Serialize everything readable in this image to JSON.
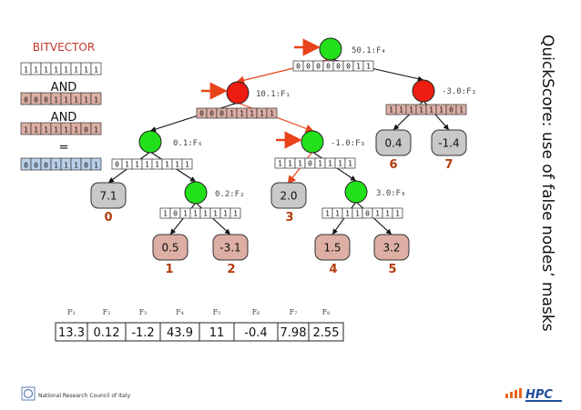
{
  "title": "QuickScore: use of false nodes’ masks",
  "bitvector_panel": {
    "heading": "BITVECTOR",
    "ops": [
      "AND",
      "AND",
      "="
    ],
    "vectors": [
      {
        "bits": [
          "1",
          "1",
          "1",
          "1",
          "1",
          "1",
          "1",
          "1"
        ],
        "tone": "white"
      },
      {
        "bits": [
          "0",
          "0",
          "0",
          "1",
          "1",
          "1",
          "1",
          "1"
        ],
        "tone": "rose"
      },
      {
        "bits": [
          "1",
          "1",
          "1",
          "1",
          "1",
          "1",
          "0",
          "1"
        ],
        "tone": "rose"
      },
      {
        "bits": [
          "0",
          "0",
          "0",
          "1",
          "1",
          "1",
          "0",
          "1"
        ],
        "tone": "blue"
      }
    ]
  },
  "nodes": [
    {
      "id": "root",
      "label": "50.1:F₄",
      "status": "true",
      "mask": [
        "0",
        "0",
        "0",
        "0",
        "0",
        "0",
        "1",
        "1"
      ],
      "mask_tone": "white",
      "arrow": true
    },
    {
      "id": "n1",
      "label": "10.1:F₁",
      "status": "false",
      "mask": [
        "0",
        "0",
        "0",
        "1",
        "1",
        "1",
        "1",
        "1"
      ],
      "mask_tone": "rose",
      "arrow": true
    },
    {
      "id": "n2",
      "label": "-3.0:F₃",
      "status": "false",
      "mask": [
        "1",
        "1",
        "1",
        "1",
        "1",
        "1",
        "0",
        "1"
      ],
      "mask_tone": "rose",
      "arrow": false
    },
    {
      "id": "n3",
      "label": "0.1:F₆",
      "status": "true",
      "mask": [
        "0",
        "1",
        "1",
        "1",
        "1",
        "1",
        "1",
        "1"
      ],
      "mask_tone": "white",
      "arrow": false
    },
    {
      "id": "n4",
      "label": "-1.0:F₃",
      "status": "true",
      "mask": [
        "1",
        "1",
        "1",
        "0",
        "1",
        "1",
        "1",
        "1"
      ],
      "mask_tone": "white",
      "arrow": true
    },
    {
      "id": "n5",
      "label": "0.2:F₂",
      "status": "true",
      "mask": [
        "1",
        "0",
        "1",
        "1",
        "1",
        "1",
        "1",
        "1"
      ],
      "mask_tone": "white",
      "arrow": false
    },
    {
      "id": "n6",
      "label": "3.0:F₈",
      "status": "true",
      "mask": [
        "1",
        "1",
        "1",
        "1",
        "0",
        "1",
        "1",
        "1"
      ],
      "mask_tone": "white",
      "arrow": false
    }
  ],
  "leaves": [
    {
      "value": "7.1",
      "index": "0",
      "tone": "grey"
    },
    {
      "value": "0.5",
      "index": "1",
      "tone": "rose"
    },
    {
      "value": "-3.1",
      "index": "2",
      "tone": "rose"
    },
    {
      "value": "2.0",
      "index": "3",
      "tone": "grey"
    },
    {
      "value": "1.5",
      "index": "4",
      "tone": "rose"
    },
    {
      "value": "3.2",
      "index": "5",
      "tone": "rose"
    },
    {
      "value": "0.4",
      "index": "6",
      "tone": "grey"
    },
    {
      "value": "-1.4",
      "index": "7",
      "tone": "grey"
    }
  ],
  "feature_table": {
    "names": [
      "F₁",
      "F₂",
      "F₃",
      "F₄",
      "F₅",
      "F₆",
      "F₇",
      "F₈"
    ],
    "values": [
      "13.3",
      "0.12",
      "-1.2",
      "43.9",
      "11",
      "-0.4",
      "7.98",
      "2.55"
    ]
  },
  "footer": {
    "left_logo_text": "National Research Council of Italy",
    "right_logo_text": "HPC"
  },
  "colors": {
    "true_node": "#22e01a",
    "false_node": "#ee1c10",
    "arrow": "#e8431a",
    "rose_cell": "#dcaea4",
    "blue_cell": "#b9cfe8",
    "grey_leaf": "#c8c8c8",
    "rose_leaf": "#dcaea4"
  }
}
